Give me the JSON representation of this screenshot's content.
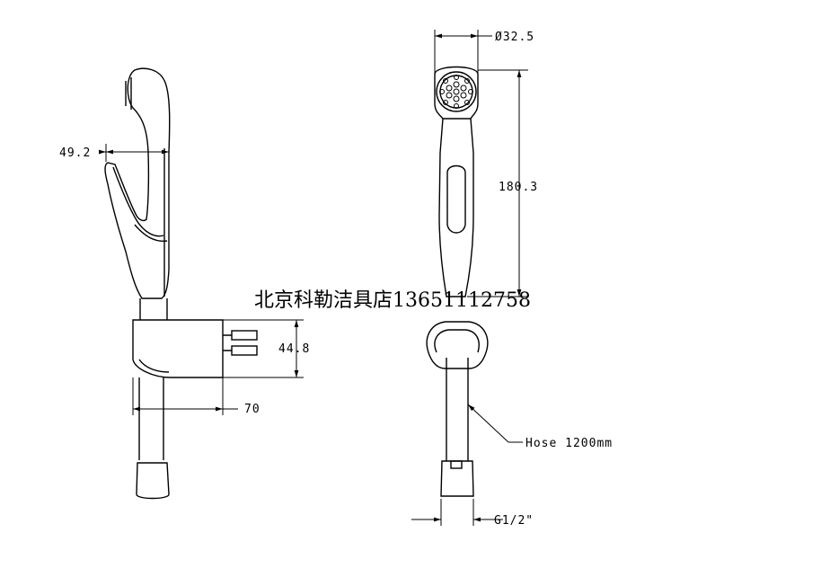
{
  "watermark": "北京科勒洁具店13651112758",
  "dims": {
    "side_width": "49.2",
    "bracket_height": "44.8",
    "bracket_depth": "70",
    "head_diameter": "Ø32.5",
    "length": "180.3",
    "hose": "Hose 1200mm",
    "thread": "G1/2\""
  }
}
